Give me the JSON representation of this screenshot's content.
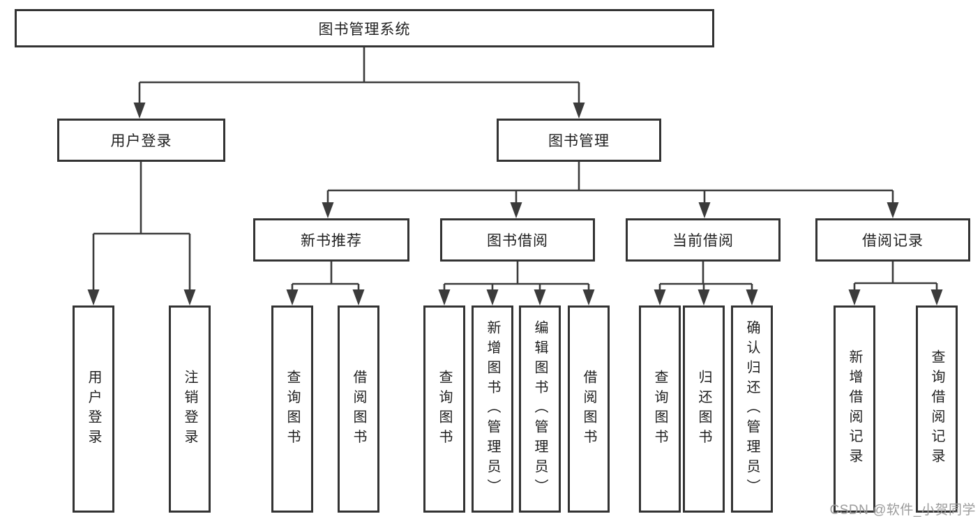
{
  "diagram": {
    "root": {
      "label": "图书管理系统"
    },
    "level2": [
      {
        "label": "用户登录",
        "children": [
          {
            "label": "用户登录"
          },
          {
            "label": "注销登录"
          }
        ]
      },
      {
        "label": "图书管理",
        "children": [
          {
            "label": "新书推荐",
            "children": [
              {
                "label": "查询图书"
              },
              {
                "label": "借阅图书"
              }
            ]
          },
          {
            "label": "图书借阅",
            "children": [
              {
                "label": "查询图书"
              },
              {
                "label": "新增图书（管理员）"
              },
              {
                "label": "编辑图书（管理员）"
              },
              {
                "label": "借阅图书"
              }
            ]
          },
          {
            "label": "当前借阅",
            "children": [
              {
                "label": "查询图书"
              },
              {
                "label": "归还图书"
              },
              {
                "label": "确认归还（管理员）"
              }
            ]
          },
          {
            "label": "借阅记录",
            "children": [
              {
                "label": "新增借阅记录"
              },
              {
                "label": "查询借阅记录"
              }
            ]
          }
        ]
      }
    ]
  },
  "watermark": {
    "text": "CSDN @软件_小贺同学"
  },
  "colors": {
    "line": "#3b3b3b",
    "box_border": "#333333",
    "box_fill": "#ffffff",
    "background": "#ffffff",
    "watermark_text": "#9b9b9b"
  }
}
